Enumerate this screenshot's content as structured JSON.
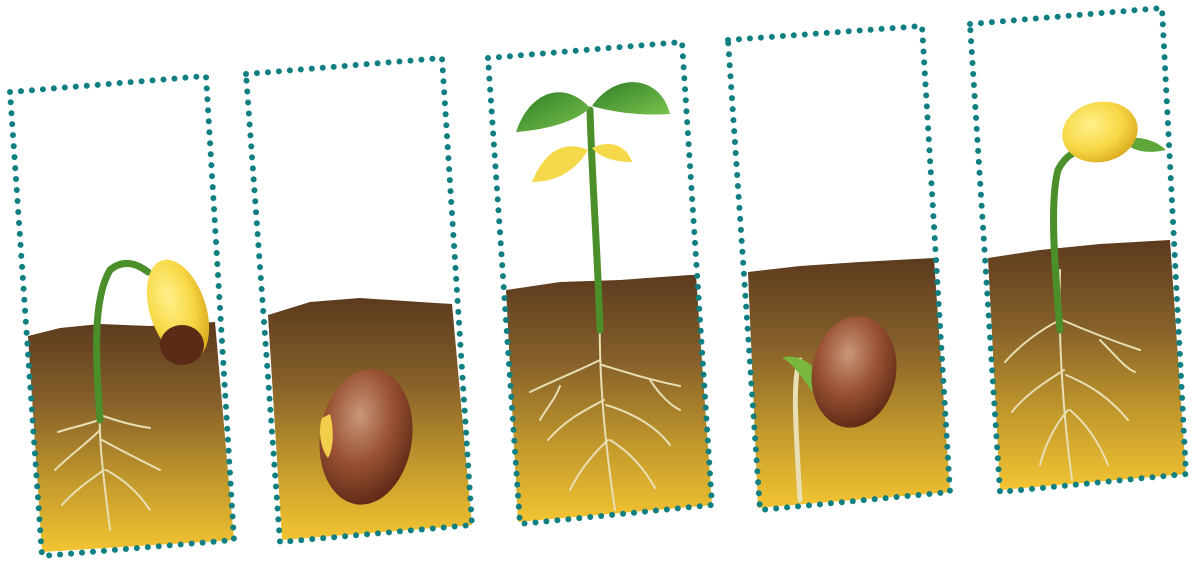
{
  "figure": {
    "panels": [
      {
        "id": "panel-1",
        "stage": "seedling-with-hook-emerging",
        "tilt_deg": -3.5
      },
      {
        "id": "panel-2",
        "stage": "seed-in-soil",
        "tilt_deg": -2.5
      },
      {
        "id": "panel-3",
        "stage": "young-plant-with-leaves",
        "tilt_deg": -2
      },
      {
        "id": "panel-4",
        "stage": "germinating-seed-with-root",
        "tilt_deg": -1.5
      },
      {
        "id": "panel-5",
        "stage": "seedling-with-cotyledons",
        "tilt_deg": -2.5
      }
    ],
    "colors": {
      "border": "#0f7f82",
      "soil_top": "#6b4423",
      "soil_mid": "#8a6326",
      "soil_bottom": "#f2c12e",
      "stem": "#4a8f2a",
      "leaf": "#3f9a34",
      "cotyledon": "#f6d94b",
      "seed": "#8f4b2c",
      "root": "#e8dfb4",
      "sky": "#ffffff"
    }
  }
}
